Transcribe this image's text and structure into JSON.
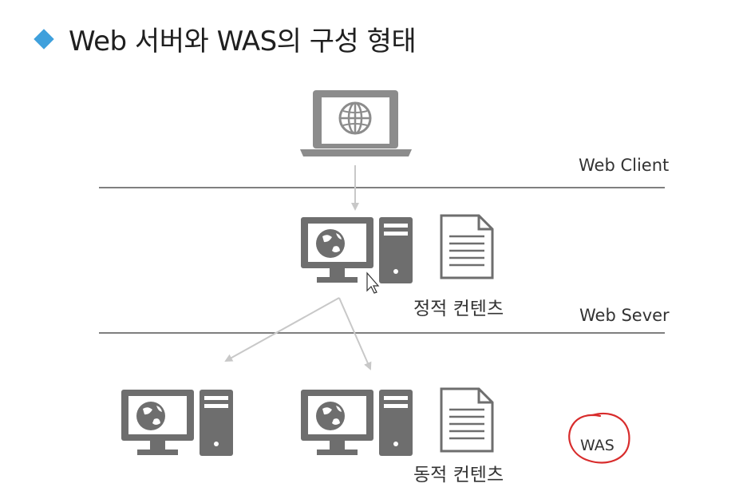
{
  "title": "Web 서버와 WAS의 구성 형태",
  "labels": {
    "web_client": "Web Client",
    "web_server": "Web Sever",
    "static_content": "정적 컨텐츠",
    "dynamic_content": "동적 컨텐츠",
    "was": "WAS"
  },
  "icons": {
    "bullet": "diamond-icon",
    "client": "laptop-globe-icon",
    "server": "desktop-tower-globe-icon",
    "document": "document-icon",
    "annotation": "hand-drawn-circle"
  },
  "colors": {
    "bullet": "#3fa0dc",
    "icon_gray": "#6e6e6e",
    "laptop_gray": "#8c8c8c",
    "line": "#555555",
    "arrow": "#c8c8c8",
    "annotation": "#d82c2c"
  }
}
